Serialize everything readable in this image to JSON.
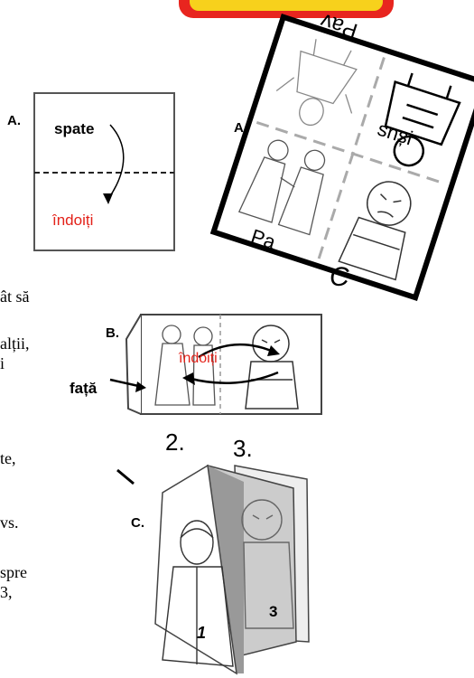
{
  "step_a": {
    "label": "A.",
    "back_word": "spate",
    "fold_word": "îndoiți"
  },
  "step_b": {
    "label": "B.",
    "fold_word": "îndoiți",
    "front_word": "față",
    "page_2": "2.",
    "page_3": "3."
  },
  "step_c": {
    "label": "C.",
    "page_1": "1",
    "page_3": "3"
  },
  "cutout_card": {
    "label": "A.",
    "top_text": "Pav",
    "right_text": "snși",
    "bottom_text": "Pa",
    "corner_text": "C"
  },
  "left_fragments": [
    "ât să",
    "alții,",
    "i",
    "te,",
    "vs.",
    "spre",
    "3,"
  ],
  "colors": {
    "accent_red": "#e32119",
    "banner_red": "#e8251f",
    "banner_yellow": "#f7d11c"
  }
}
